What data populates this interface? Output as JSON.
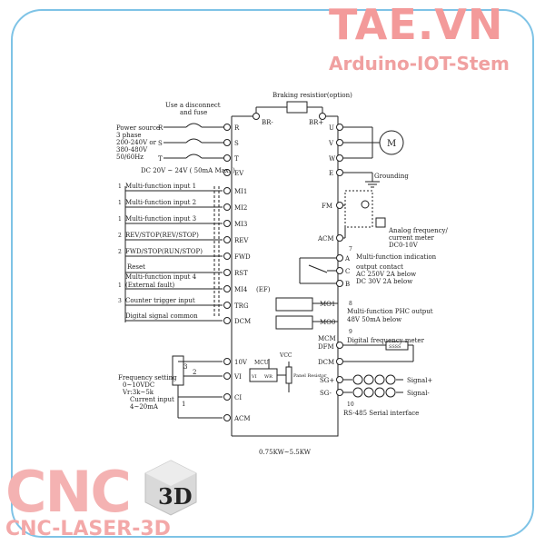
{
  "brand": {
    "title": "TAE.VN",
    "subtitle": "Arduino-IOT-Stem",
    "logo_text": "CNC",
    "logo_badge": "3D",
    "logo_sub": "CNC-LASER-3D"
  },
  "power": {
    "disconnect_label_1": "Use a disconnect",
    "disconnect_label_2": "and fuse",
    "source_1": "Power source",
    "source_2": " 3 phase",
    "source_3": "200-240V or",
    "source_4": "380-480V",
    "source_5": "50/60Hz",
    "phase_r": "R",
    "phase_s": "S",
    "phase_t": "T",
    "dc_supply": "DC 20V ~ 24V ( 50mA Max. )"
  },
  "braking": {
    "label": "Braking resistior(option)",
    "br_minus": "BR-",
    "br_plus": "BR+"
  },
  "motor": {
    "u": "U",
    "v": "V",
    "w": "W",
    "e": "E",
    "symbol": "M",
    "grounding": "Grounding"
  },
  "terminals_left": {
    "ev": "EV",
    "mi1": "MI1",
    "mi2": "MI2",
    "mi3": "MI3",
    "rev": "REV",
    "fwd": "FWD",
    "rst": "RST",
    "mi4": "MI4",
    "ef": "(EF)",
    "trg": "TRG",
    "dcm": "DCM",
    "v10": "10V",
    "vi": "VI",
    "ci": "CI",
    "acm": "ACM"
  },
  "inputs": {
    "in1": "Multi-function input 1",
    "in2": "Multi-function input 2",
    "in3": "Multi-function input 3",
    "rev": "REV/STOP(REV/STOP)",
    "fwd": "FWD/STOP(RUN/STOP)",
    "reset": "Reset",
    "in4": "Multi-function input 4",
    "ext_fault": "(External fault)",
    "counter": "Counter trigger input",
    "common": "Digital signal common",
    "mark_1": "1",
    "mark_2": "2",
    "mark_3": "3"
  },
  "analog": {
    "freq_setting": "Frequency setting",
    "range_v": "0~10VDC",
    "vr": "Vr:3k~5k",
    "current_input": "Current input",
    "range_i": "4~20mA",
    "mcu": "MCU",
    "vcc": "VCC",
    "vi_tag": "VI",
    "wr_tag": "WR",
    "panel_resistor": "Panel Resistor",
    "pot_3": "3",
    "pot_2": "2",
    "pot_1": "1"
  },
  "terminals_right": {
    "fm": "FM",
    "acm": "ACM",
    "a": "A",
    "c": "C",
    "b": "B",
    "mo1": "MO1",
    "mo0": "MO0",
    "mcm": "MCM",
    "dfm": "DFM",
    "dcm": "DCM",
    "sg_plus": "SG+",
    "sg_minus": "SG-"
  },
  "outputs": {
    "analog_meter_1": "Analog frequency/",
    "analog_meter_2": "current meter",
    "analog_meter_3": "DC0-10V",
    "relay_1": "Multi-function indication",
    "relay_2": "output contact",
    "relay_3": "AC 250V 2A below",
    "relay_4": "DC 30V 2A below",
    "phc_1": "Multi-function PHC output",
    "phc_2": "48V 50mA below",
    "digital_meter": "Digital frequency meter",
    "meter_display": "SSSS",
    "signal_plus": "Signal+",
    "signal_minus": "Signal-",
    "rs485": "RS-485 Serial interface",
    "mark_7": "7",
    "mark_8": "8",
    "mark_9": "9",
    "mark_10": "10"
  },
  "footer": {
    "power_range": "0.75KW~5.5KW"
  }
}
